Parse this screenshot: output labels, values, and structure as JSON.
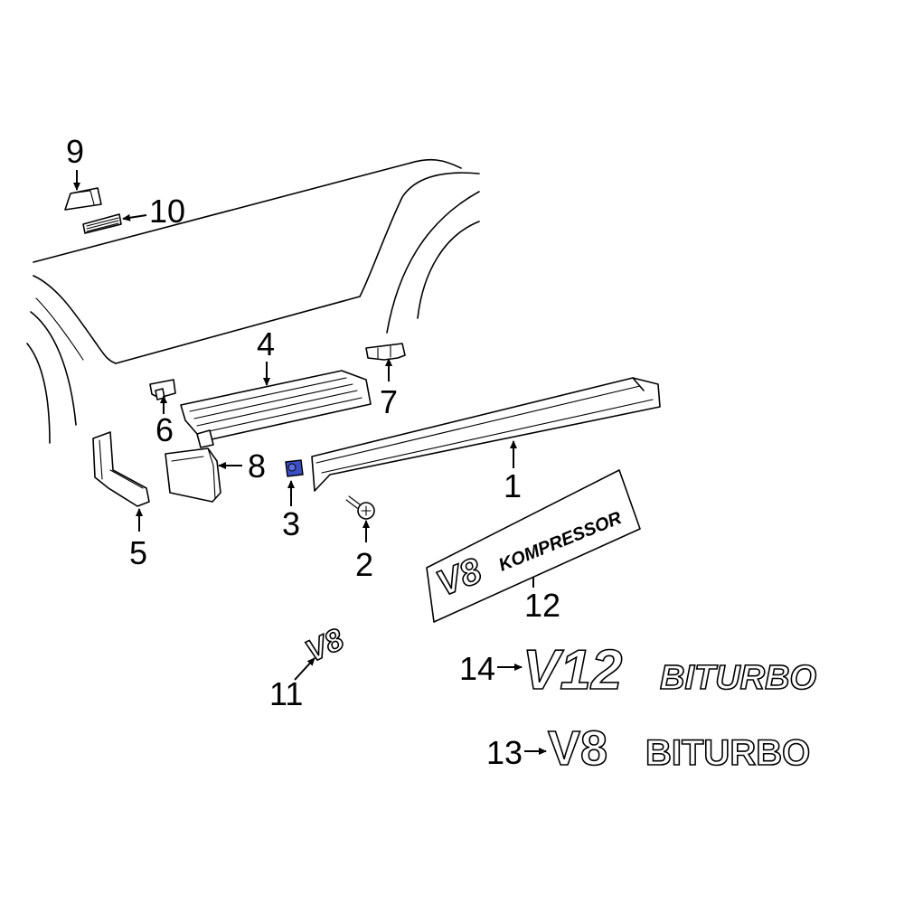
{
  "callouts": {
    "n1": "1",
    "n2": "2",
    "n3": "3",
    "n4": "4",
    "n5": "5",
    "n6": "6",
    "n7": "7",
    "n8": "8",
    "n9": "9",
    "n10": "10",
    "n11": "11",
    "n12": "12",
    "n13": "13",
    "n14": "14"
  },
  "badges": {
    "plate_v8": "V8",
    "plate_kompressor": "KOMPRESSOR",
    "emblem11_v8": "V8",
    "emblem14_v12": "V12",
    "emblem14_biturbo": "BITURBO",
    "emblem13_v8": "V8",
    "emblem13_biturbo": "BITURBO"
  },
  "colors": {
    "highlight_part": "#3b4fc4",
    "line": "#000000",
    "background": "#ffffff"
  }
}
